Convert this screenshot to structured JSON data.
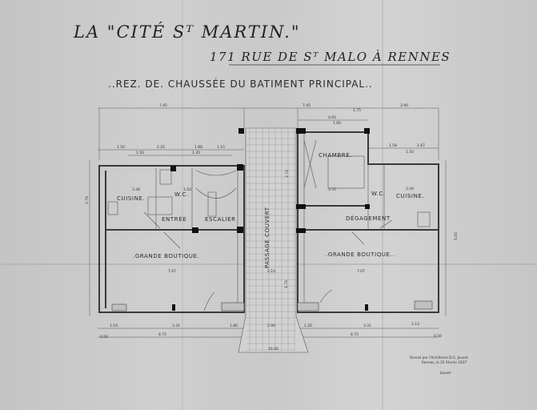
{
  "title": "LA \"CITÉ Sᵀ MARTIN.\"",
  "address": "171 RUE DE Sᵀ MALO À RENNES",
  "subtitle": "..REZ. DE. CHAUSSÉE DU BATIMENT PRINCIPAL..",
  "rooms": {
    "cuisine_left": "CUISINE.",
    "wc_left": "W.C.",
    "entree": "ENTRÉE",
    "escalier": "ESCALIER",
    "passage": "PASSAGE COUVERT",
    "chambre": "CHAMBRE.",
    "wc_right": "W.C.",
    "degagement": "DÉGAGEMENT",
    "cuisine_right": "CUISINE.",
    "boutique_left": ".GRANDE BOUTIQUE.",
    "boutique_right": ".GRANDE BOUTIQUE.."
  },
  "dims": [
    "7.45",
    "7.45",
    "3.90",
    "1.50",
    "2.25",
    "1.88",
    "1.15",
    "1.50",
    "1.20",
    "4.05",
    "1.60",
    "1.75",
    "1.58",
    "1.67",
    "1.50",
    "3.38",
    "1.50",
    "3.70",
    "2.44",
    "7.07",
    "7.07",
    "2.10",
    "3.31",
    "1.19",
    "1.80",
    "2.90",
    "1.20",
    "3.31",
    "1.13",
    "8.75",
    "8.75",
    "16.00",
    "0.50",
    "0.50",
    "2.74",
    "2.74",
    "5.00",
    "1.74"
  ],
  "signature": {
    "line1": "Dressé par l'Architecte D.G. Jouvet",
    "line2": "Rennes, le 25 Février 1937",
    "name": "Jouvet"
  },
  "colors": {
    "paper": "#cccccc",
    "ink": "#222222"
  }
}
